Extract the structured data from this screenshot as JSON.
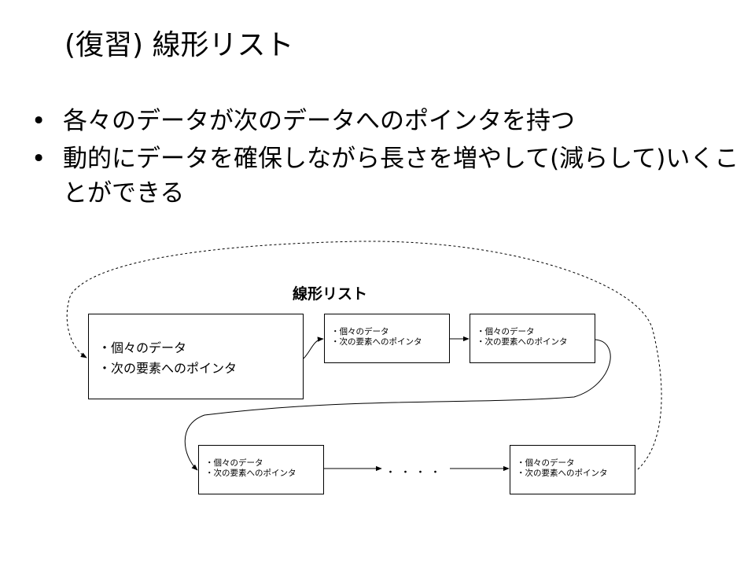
{
  "slide": {
    "title": "(復習) 線形リスト",
    "bullet_char": "•",
    "bullets": [
      {
        "text": "各々のデータが次のデータへのポインタを持つ"
      },
      {
        "text": "動的にデータを確保しながら長さを増やして(減らして)いくことができる"
      }
    ]
  },
  "diagram": {
    "title": "線形リスト",
    "nodes": [
      {
        "line1": "・個々のデータ",
        "line2": "・次の要素へのポインタ"
      },
      {
        "line1": "・個々のデータ",
        "line2": "・次の要素へのポインタ"
      },
      {
        "line1": "・個々のデータ",
        "line2": "・次の要素へのポインタ"
      },
      {
        "line1": "・個々のデータ",
        "line2": "・次の要素へのポインタ"
      },
      {
        "line1": "・個々のデータ",
        "line2": "・次の要素へのポインタ"
      }
    ],
    "ellipsis": "・・・・"
  }
}
